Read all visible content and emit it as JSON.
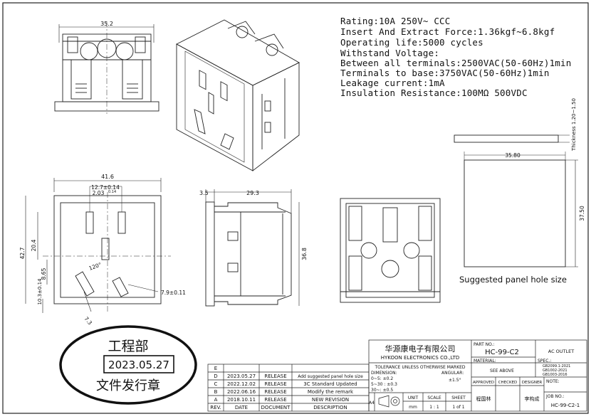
{
  "specs": [
    "Rating:10A 250V~   CCC",
    "Insert And Extract Force:1.36kgf~6.8kgf",
    "Operating life:5000 cycles",
    "Withstand Voltage:",
    "Between all terminals:2500VAC(50-60Hz)1min",
    "Terminals to base:3750VAC(50-60Hz)1min",
    "Leakage current:1mA",
    "Insulation Resistance:100MΩ 500VDC"
  ],
  "dimensions": {
    "top_width": "35.2",
    "front_width": "41.6",
    "pin_spacing": "12.7±0.14",
    "pin_width": "2.03",
    "pin_tol": "0.14",
    "height": "42.7",
    "pin_height": "20.4",
    "pin_offset": "8.65",
    "ground_offset": "10.3±0.14",
    "angle": "120°",
    "ground_width": "7.9±0.11",
    "ground_small": "7.3",
    "side_flange": "3.5",
    "side_depth": "29.3",
    "side_height": "36.8",
    "panel_thickness": "Thickness 1.20~1.50",
    "panel_width": "35.80",
    "panel_height": "37.50"
  },
  "panel_label": "Suggested panel hole size",
  "stamp": {
    "dept": "工程部",
    "date": "2023.05.27",
    "text": "文件发行章"
  },
  "title_block": {
    "company_cn": "华源康电子有限公司",
    "company_en": "HYKOON ELECTRONICS CO.,LTD",
    "part_no_label": "PART NO.:",
    "part_no": "HC-99-C2",
    "product": "AC OUTLET",
    "tol_title": "TOLERANCE UNLESS OTHERWISE MARKED",
    "dim_label": "DIMENSION:",
    "ang_label": "ANGULAR:",
    "tol1": "0~5: ±0.2",
    "tol2": "5~30 : ±0.3",
    "tol3": "30~: ±0.5",
    "ang_tol": "±1.5°",
    "material_label": "MATERIAL:",
    "material": "SEE ABOVE",
    "spec_label": "SPEC.:",
    "spec1": "GB2099.1-2021",
    "spec2": "GB1002-2021",
    "spec3": "GB1003-2016",
    "approved_label": "APPROVED",
    "checked_label": "CHECKED",
    "designer_label": "DESIGNER",
    "note_label": "NOTE:",
    "approved": "程国林",
    "designer": "李构成",
    "unit_label": "UNIT",
    "unit": "mm",
    "scale_label": "SCALE",
    "scale": "1 : 1",
    "sheet_label": "SHEET",
    "sheet": "1 of 1",
    "job_label": "JOB NO.:",
    "job": "HC-99-C2-1",
    "size": "A4"
  },
  "revisions": {
    "headers": [
      "REV.",
      "DATE",
      "DOCUMENT",
      "DESCRIPTION"
    ],
    "rows": [
      {
        "rev": "E",
        "date": "",
        "doc": "",
        "desc": ""
      },
      {
        "rev": "D",
        "date": "2023.05.27",
        "doc": "RELEASE",
        "desc": "Add suggested panel hole size"
      },
      {
        "rev": "C",
        "date": "2022.12.02",
        "doc": "RELEASE",
        "desc": "3C Standard Updated"
      },
      {
        "rev": "B",
        "date": "2022.06.16",
        "doc": "RELEASE",
        "desc": "Modify the remark"
      },
      {
        "rev": "A",
        "date": "2018.10.11",
        "doc": "RELEASE",
        "desc": "NEW REVISION"
      }
    ]
  }
}
